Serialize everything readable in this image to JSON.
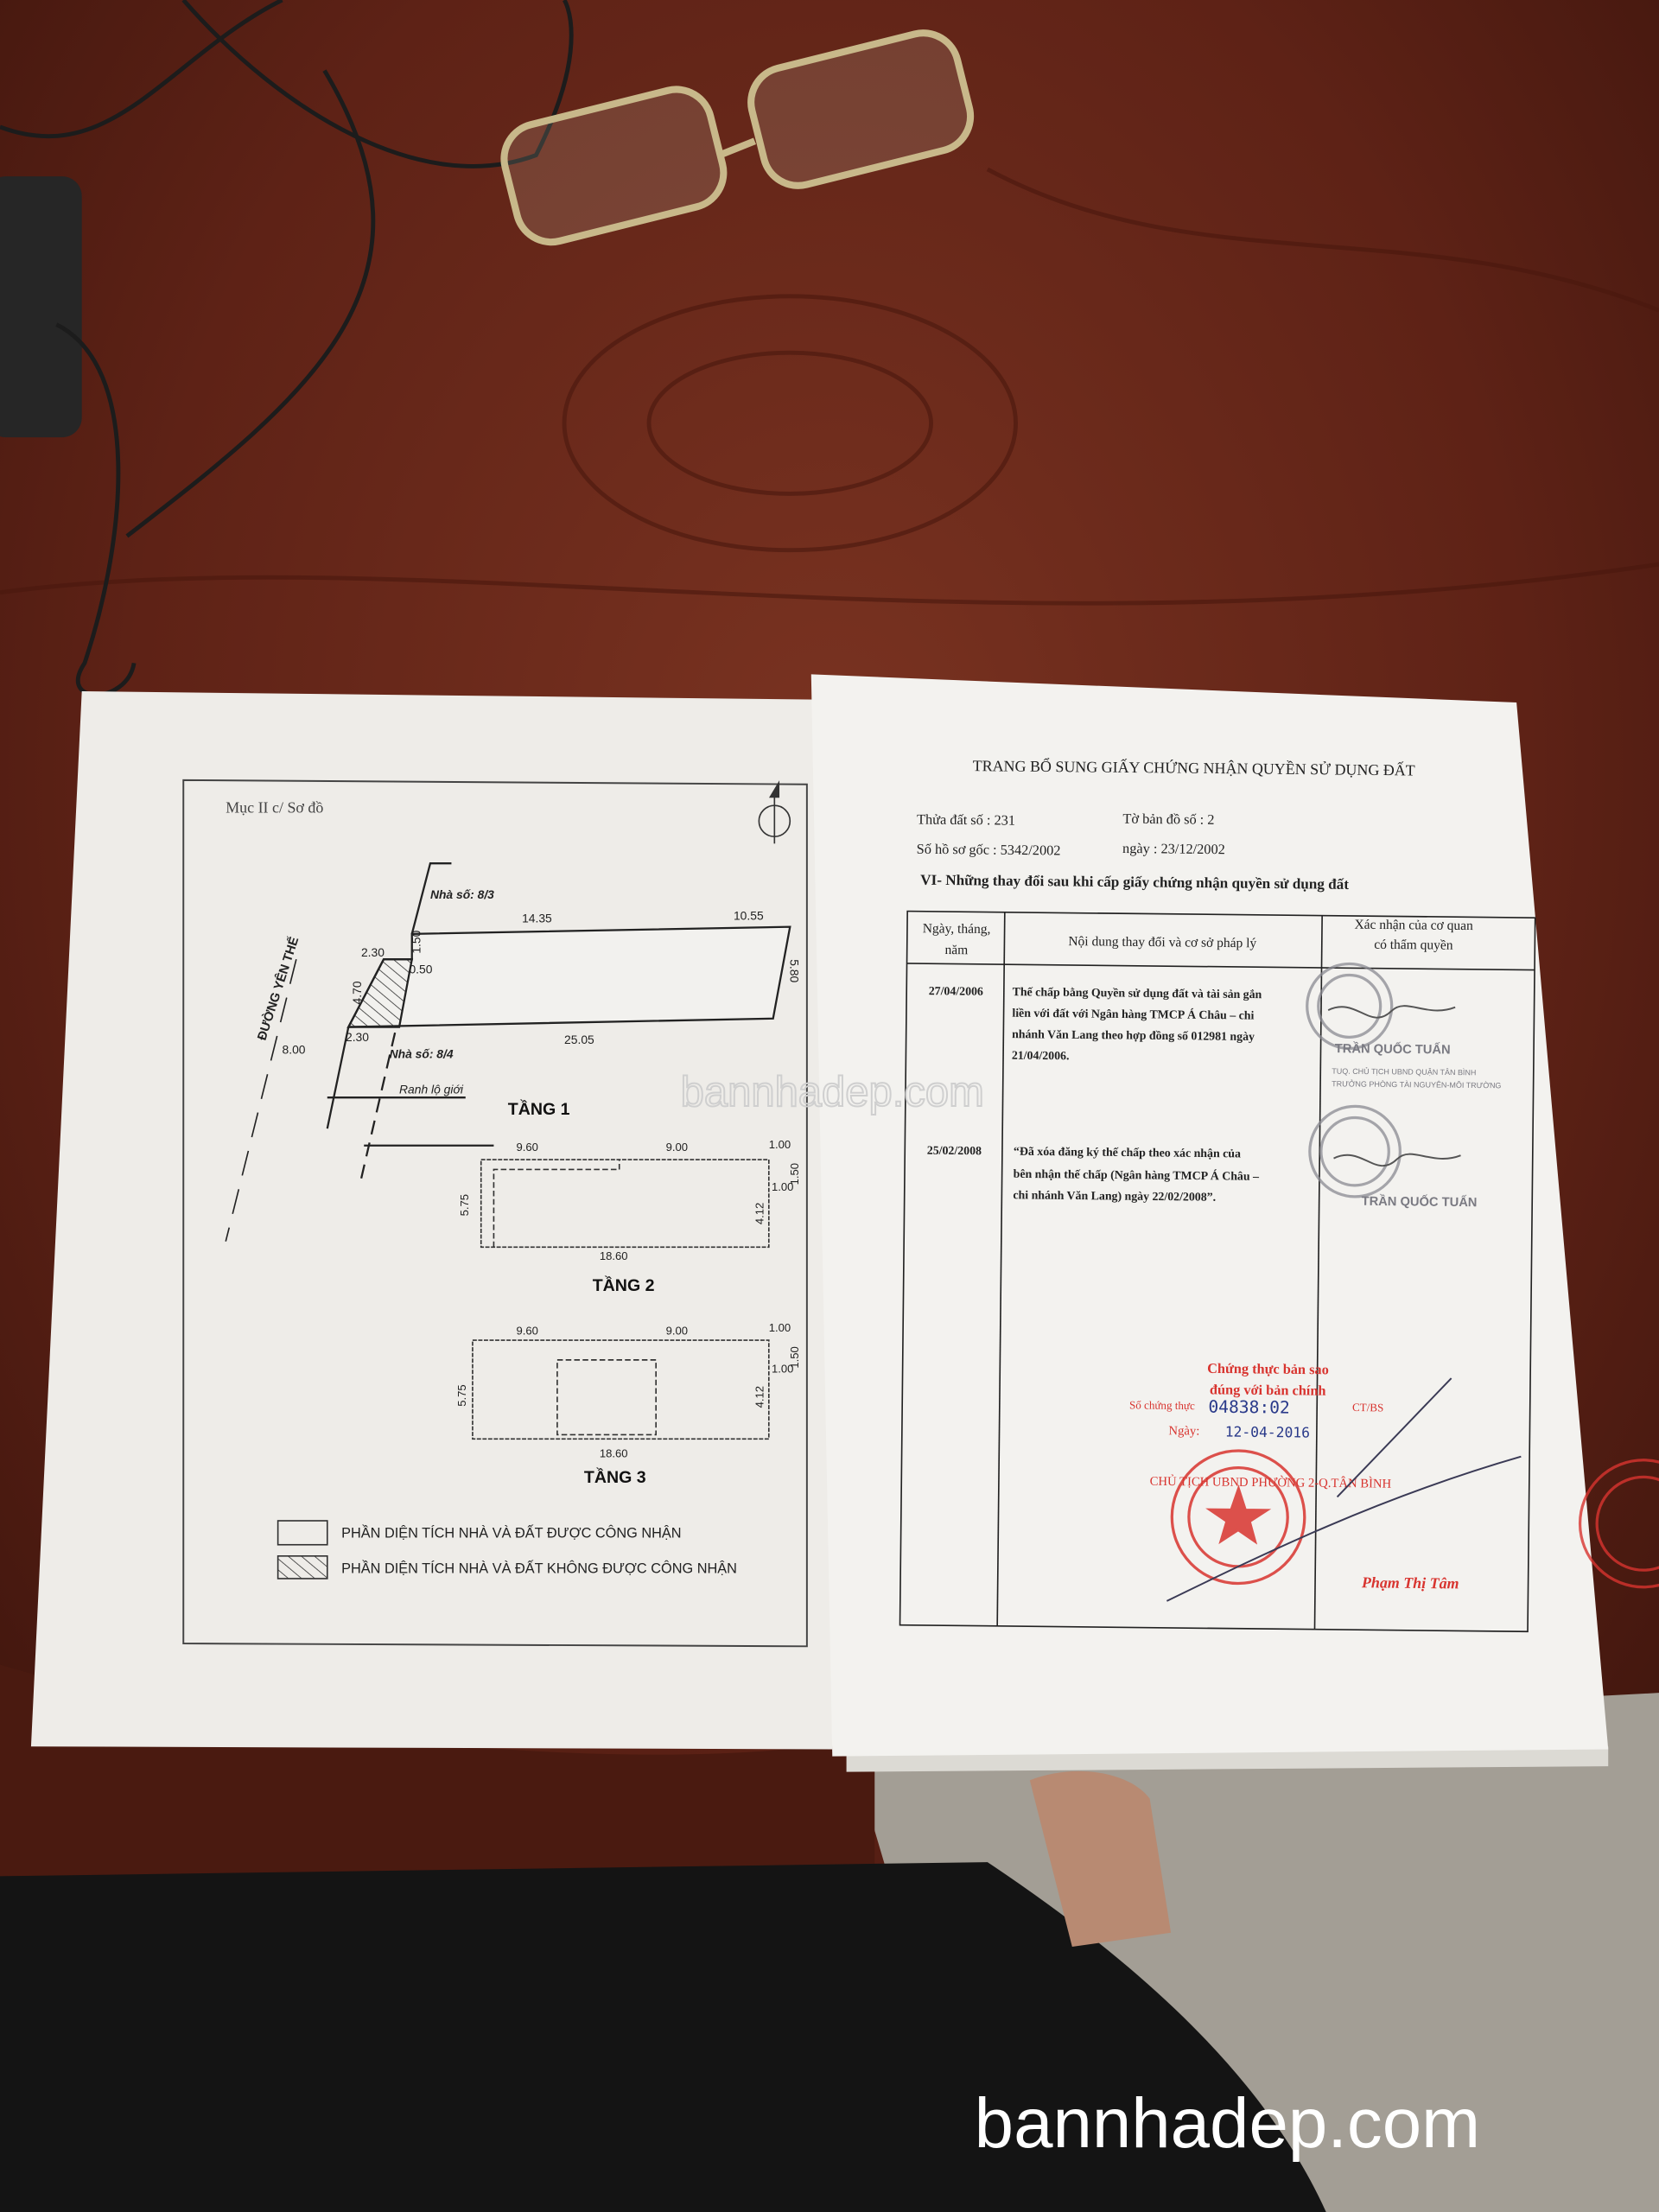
{
  "colors": {
    "wood": "#5e2216",
    "paper": "#f2f1ee",
    "ink": "#222222",
    "stamp_red": "#d8342f",
    "stamp_blue": "#2a3a8a",
    "floor": "#a39e95"
  },
  "left_page": {
    "section_label": "Mục II c/ Sơ đồ",
    "road_label": "ĐƯỜNG YÊN THẾ",
    "neighbor_top": "Nhà số: 8/3",
    "neighbor_bottom": "Nhà số: 8/4",
    "boundary_label": "Ranh lộ giới",
    "floor1": {
      "title": "TẦNG 1",
      "dims": {
        "top_a": "14.35",
        "top_b": "10.55",
        "step_v": "1.50",
        "front_top": "2.30",
        "offset": "0.50",
        "front_side": "4.70",
        "back": "5.80",
        "bottom": "25.05",
        "front_bottom": "2.30",
        "setback": "8.00"
      }
    },
    "floor2": {
      "title": "TẦNG 2",
      "dims": {
        "top_a": "9.60",
        "top_b": "9.00",
        "top_c": "1.00",
        "right_a": "1.50",
        "right_b": "1.00",
        "right_c": "4.12",
        "left": "5.75",
        "bottom": "18.60"
      }
    },
    "floor3": {
      "title": "TẦNG 3",
      "dims": {
        "top_a": "9.60",
        "top_b": "9.00",
        "top_c": "1.00",
        "right_a": "1.50",
        "right_b": "1.00",
        "right_c": "4.12",
        "left": "5.75",
        "bottom": "18.60"
      }
    },
    "legend": [
      {
        "label": "PHẦN DIỆN TÍCH  NHÀ VÀ ĐẤT ĐƯỢC CÔNG NHẬN",
        "pattern": "blank"
      },
      {
        "label": "PHẦN DIỆN TÍCH  NHÀ VÀ ĐẤT KHÔNG ĐƯỢC CÔNG NHẬN",
        "pattern": "hatched"
      }
    ]
  },
  "right_page": {
    "title": "TRANG BỔ SUNG GIẤY CHỨNG NHẬN QUYỀN SỬ DỤNG ĐẤT",
    "parcel_no": "Thửa đất số : 231",
    "map_sheet": "Tờ bản đồ số : 2",
    "file_no": "Số hồ sơ gốc : 5342/2002",
    "file_date": "ngày : 23/12/2002",
    "section_title": "VI- Những thay đổi sau khi cấp giấy chứng nhận quyền sử dụng đất",
    "table": {
      "headers": {
        "date_1": "Ngày, tháng,",
        "date_2": "năm",
        "content": "Nội dung thay đổi và cơ sở pháp lý",
        "confirm_1": "Xác nhận của cơ quan",
        "confirm_2": "có thẩm quyền"
      },
      "rows": [
        {
          "date": "27/04/2006",
          "lines": [
            "Thế chấp bằng Quyền sử dụng đất và tài sản gắn",
            "liền với đất với Ngân hàng TMCP Á Châu – chi",
            "nhánh Văn Lang theo hợp đồng số 012981 ngày",
            "21/04/2006."
          ]
        },
        {
          "date": "25/02/2008",
          "lines": [
            "“Đã xóa đăng ký thế chấp theo xác nhận của",
            "bên nhận thế chấp (Ngân hàng TMCP Á Châu –",
            "chi nhánh Văn Lang) ngày 22/02/2008”."
          ]
        }
      ],
      "signatures": [
        {
          "name": "TRẦN QUỐC TUẤN",
          "title_1": "TUQ. CHỦ TỊCH UBND QUẬN TÂN BÌNH",
          "title_2": "TRƯỞNG PHÒNG TÀI NGUYÊN-MÔI TRƯỜNG"
        },
        {
          "name": "TRẦN QUỐC TUẤN"
        }
      ]
    },
    "certification": {
      "line1": "Chứng thực bản sao",
      "line2": "đúng với bản chính",
      "number_label": "Số chứng thực",
      "number_value": "04838:02",
      "book_suffix": "CT/BS",
      "date_label": "Ngày:",
      "date_value": "12-04-2016",
      "signer_title": "CHỦ TỊCH UBND PHƯỜNG 2-Q.TÂN BÌNH",
      "signer_name": "Phạm Thị Tâm"
    }
  },
  "watermarks": {
    "center": "bannhadep.com",
    "corner": "bannhadep.com"
  }
}
